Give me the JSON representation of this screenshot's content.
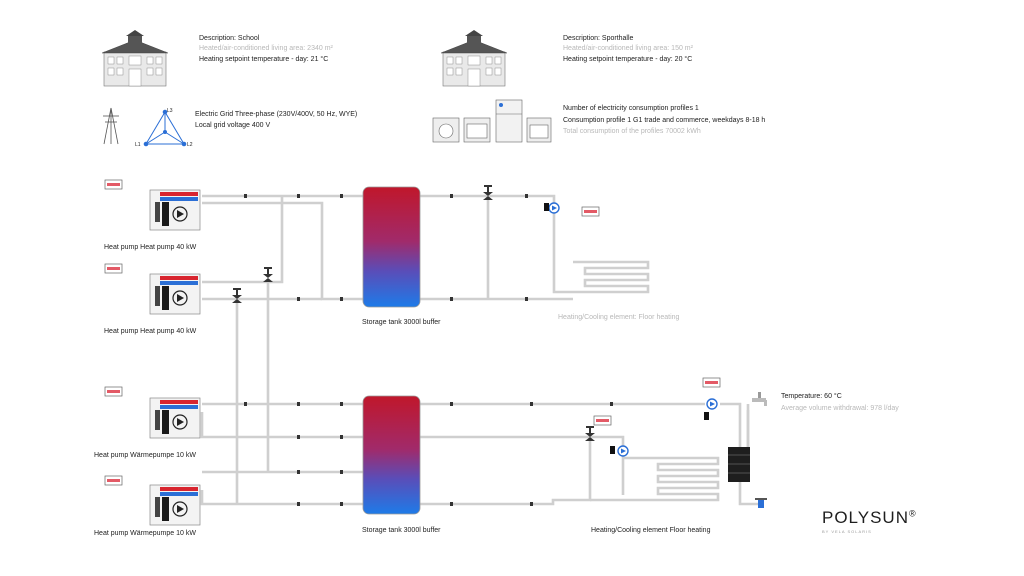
{
  "buildings": [
    {
      "description": "Description: School",
      "area": "Heated/air-conditioned living area: 2340 m²",
      "setpoint": "Heating setpoint temperature - day: 21 °C"
    },
    {
      "description": "Description: Sporthalle",
      "area": "Heated/air-conditioned living area: 150 m²",
      "setpoint": "Heating setpoint temperature - day: 20 °C"
    }
  ],
  "grid": {
    "title": "Electric Grid Three-phase (230V/400V, 50 Hz, WYE)",
    "voltage": "Local grid voltage 400 V",
    "phase_labels": [
      "L1",
      "L2",
      "L3"
    ]
  },
  "consumption": {
    "profiles": "Number of electricity consumption profiles 1",
    "profile1": "Consumption profile 1 G1 trade and commerce, weekdays 8-18 h",
    "total": "Total consumption of the profiles 70002 kWh"
  },
  "components": {
    "hp1": "Heat pump Heat pump 40 kW",
    "hp2": "Heat pump Heat pump 40 kW",
    "hp3": "Heat pump Wärmepumpe 10 kW",
    "hp4": "Heat pump Wärmepumpe 10 kW",
    "tank1": "Storage tank 3000l buffer",
    "tank2": "Storage tank 3000l buffer",
    "floor1": "Heating/Cooling element: Floor heating",
    "floor2": "Heating/Cooling element Floor heating",
    "dhw_temp": "Temperature: 60 °C",
    "dhw_volume": "Average volume withdrawal: 978 l/day"
  },
  "brand": {
    "name": "POLYSUN",
    "mark": "®",
    "sub": "BY VELA SOLARIS"
  },
  "colors": {
    "pipe": "#cfcfcf",
    "tank_top": "#c0172b",
    "tank_bottom": "#1e7be8",
    "hp_red": "#d8252f",
    "hp_blue": "#2b6fd6"
  }
}
